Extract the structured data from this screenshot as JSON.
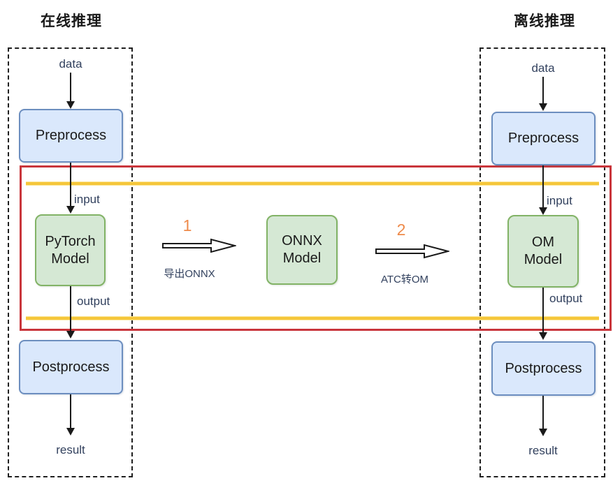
{
  "diagram": {
    "left_panel": {
      "title": "在线推理",
      "data_label": "data",
      "preprocess_label": "Preprocess",
      "input_label": "input",
      "model_line1": "PyTorch",
      "model_line2": "Model",
      "output_label": "output",
      "postprocess_label": "Postprocess",
      "result_label": "result"
    },
    "right_panel": {
      "title": "离线推理",
      "data_label": "data",
      "preprocess_label": "Preprocess",
      "input_label": "input",
      "model_line1": "OM",
      "model_line2": "Model",
      "output_label": "output",
      "postprocess_label": "Postprocess",
      "result_label": "result"
    },
    "middle": {
      "onnx_line1": "ONNX",
      "onnx_line2": "Model",
      "step1_number": "1",
      "step1_label": "导出ONNX",
      "step2_number": "2",
      "step2_label": "ATC转OM"
    },
    "colors": {
      "blue_node_fill": "#dae8fc",
      "blue_node_border": "#6c8ebf",
      "green_node_fill": "#d5e8d4",
      "green_node_border": "#82b366",
      "highlight_red": "#c9353b",
      "divider_yellow": "#f5c63a",
      "step_number_orange": "#ee8a4a",
      "flow_label_navy": "#32415e"
    }
  }
}
